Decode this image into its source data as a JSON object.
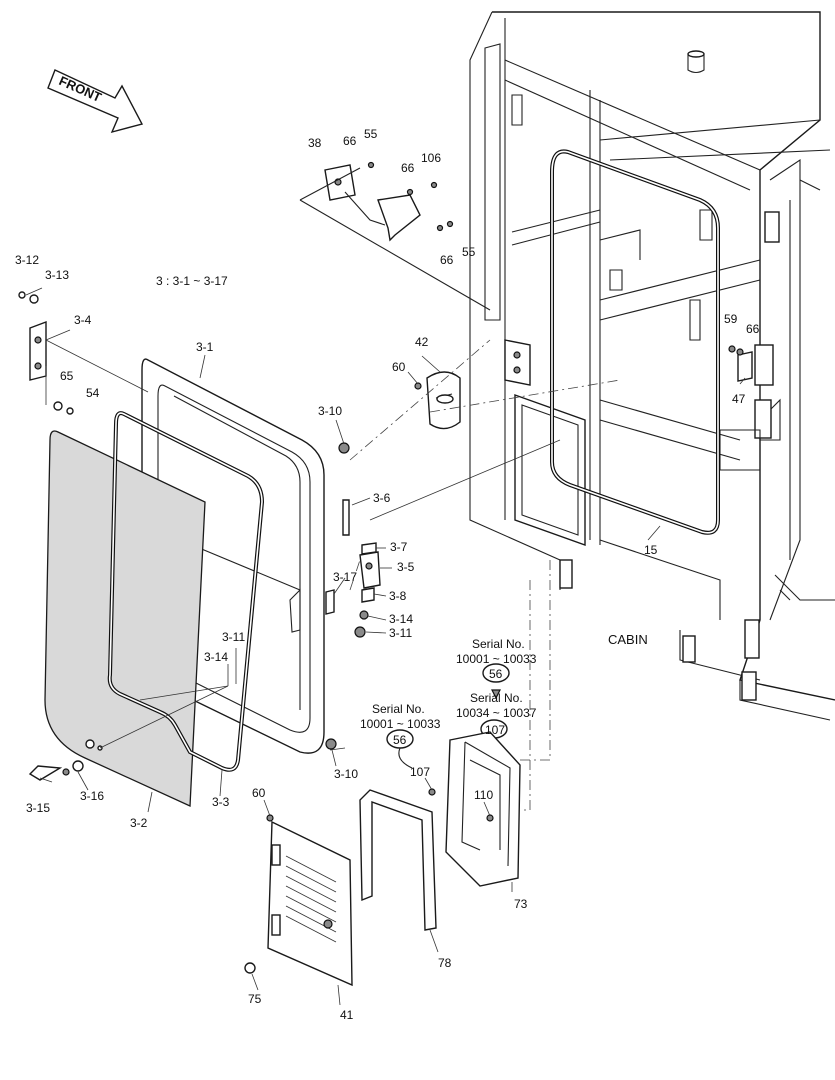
{
  "direction_marker": {
    "text": "FRONT"
  },
  "assembly_note": "3 : 3-1 ~ 3-17",
  "cabin_label": "CABIN",
  "serial_notes": [
    {
      "label": "Serial No.",
      "range": "10001 ~ 10033",
      "ref": "56"
    },
    {
      "label": "Serial No.",
      "range": "10034 ~ 10037",
      "ref": "107"
    },
    {
      "label": "Serial No.",
      "range": "10001 ~ 10033",
      "ref": "56"
    }
  ],
  "callouts": [
    "38",
    "66",
    "55",
    "66",
    "106",
    "55",
    "66",
    "3-12",
    "3-13",
    "3-4",
    "65",
    "54",
    "3-1",
    "3-10",
    "3-6",
    "3-7",
    "3-5",
    "3-17",
    "3-8",
    "3-14",
    "3-11",
    "3-11",
    "3-14",
    "3-10",
    "3-15",
    "3-16",
    "3-2",
    "3-3",
    "42",
    "60",
    "59",
    "66",
    "47",
    "15",
    "107",
    "110",
    "73",
    "60",
    "78",
    "75",
    "41"
  ]
}
